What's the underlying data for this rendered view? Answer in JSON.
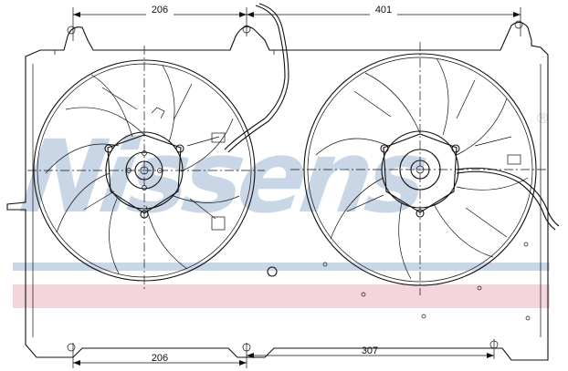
{
  "watermark": {
    "brand": "Nissens",
    "registered_mark": "®",
    "band_colors": {
      "blue": "#c9d6e6",
      "pink": "#f4d5dc"
    }
  },
  "dimensions": {
    "top_left": "206",
    "top_right": "401",
    "bottom_left": "206",
    "bottom_right": "307"
  }
}
